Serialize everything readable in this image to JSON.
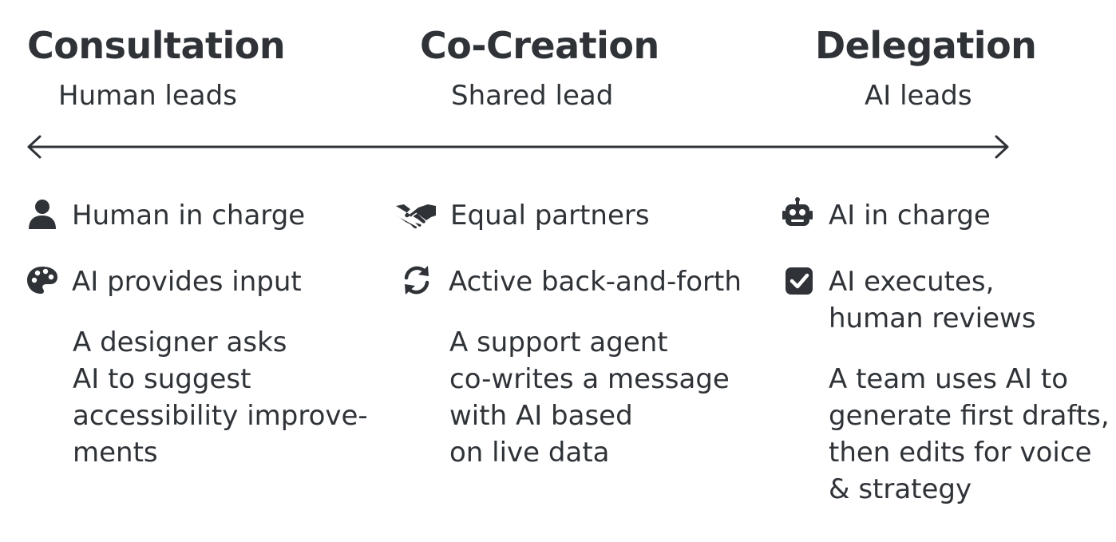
{
  "columns": [
    {
      "title": "Consultation",
      "subtitle": "Human leads",
      "items": [
        {
          "icon": "person-icon",
          "text": "Human in charge"
        },
        {
          "icon": "palette-icon",
          "text": "AI provides input"
        }
      ],
      "example": "A designer asks\nAI to suggest\naccessibility improve-\nments"
    },
    {
      "title": "Co-Creation",
      "subtitle": "Shared lead",
      "items": [
        {
          "icon": "handshake-icon",
          "text": "Equal partners"
        },
        {
          "icon": "refresh-icon",
          "text": "Active back-and-forth"
        }
      ],
      "example": "A support agent\nco-writes a message\nwith AI based\non live data"
    },
    {
      "title": "Delegation",
      "subtitle": "AI leads",
      "items": [
        {
          "icon": "robot-icon",
          "text": "AI in charge"
        },
        {
          "icon": "checkbox-icon",
          "text": "AI executes,\nhuman reviews"
        }
      ],
      "example": "A team uses AI to\ngenerate first drafts,\nthen edits for voice\n& strategy"
    }
  ],
  "colors": {
    "text": "#2f3338",
    "axis": "#2f3338"
  }
}
